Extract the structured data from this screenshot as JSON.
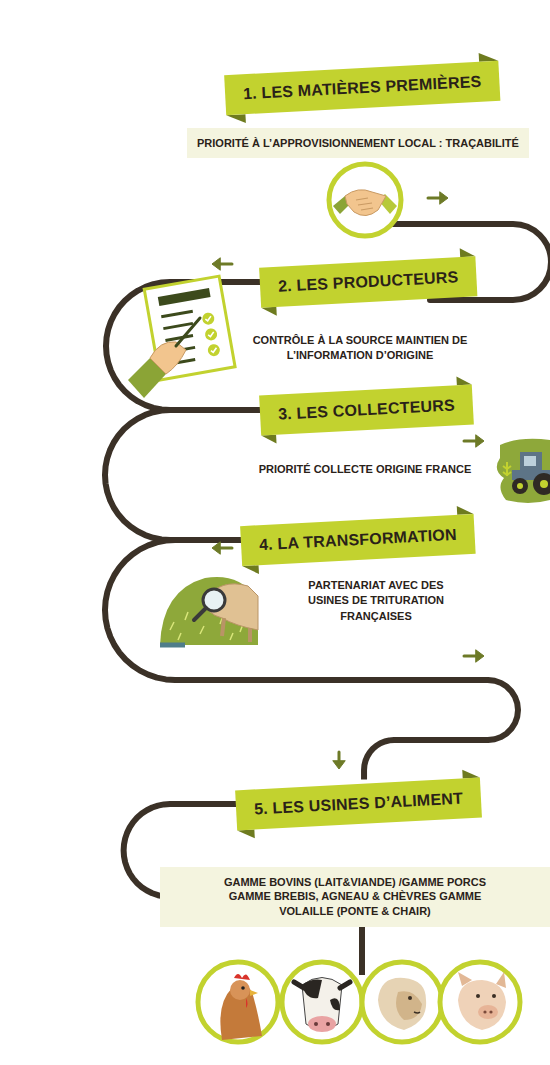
{
  "diagram": {
    "nodes": [
      {
        "text": [
          "1. LES MATIÈRES PREMIÈRES"
        ]
      },
      {
        "text": [
          "PRIORITÉ À L’APPROVISIONNEMENT LOCAL : TRAÇABILITÉ"
        ]
      },
      {
        "text": [
          "2. LES PRODUCTEURS"
        ]
      },
      {
        "text": [
          "3. LES COLLECTEURS"
        ]
      },
      {
        "text": [
          "4. LA TRANSFORMATION"
        ]
      },
      {
        "text": [
          "5. LES USINES D’ALIMENT"
        ]
      },
      {
        "text": [
          "GAMME BOVINS (LAIT&VIANDE) /GAMME PORCS GAMME BREBIS, AGNEAU & CHÈVRES GAMME VOLAILLE (PONTE & CHAIR)"
        ]
      }
    ],
    "edges": [
      {
        "from": 2,
        "to": 3,
        "arrow": "none"
      },
      {
        "from": 3,
        "to": 4,
        "arrow": "none"
      },
      {
        "from": 4,
        "to": 5,
        "arrow": "none"
      },
      {
        "from": 5,
        "to": 6,
        "arrow": "none"
      }
    ],
    "labels": [
      "CONTRÔLE À LA SOURCE MAINTIEN DE L’INFORMATION D’ORIGINE",
      "PRIORITÉ COLLECTE ORIGINE FRANCE",
      "PARTENARIAT AVEC DES USINES DE TRITURATION FRANÇAISES"
    ]
  }
}
